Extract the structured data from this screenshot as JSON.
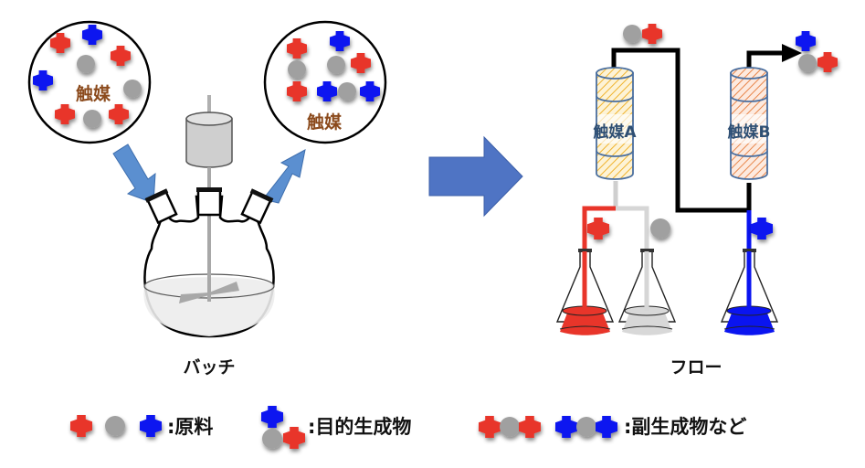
{
  "colors": {
    "red": "#e8352a",
    "gray": "#a0a0a0",
    "blue": "#0a14f0",
    "arrow_blue": "#5b8fd0",
    "big_arrow": "#4f74c4",
    "catalyst_text": "#8b4a1c",
    "column_text": "#2f4f73",
    "column_a_hatch": "#f0b430",
    "column_b_hatch": "#e8864a",
    "pipe": "#000000"
  },
  "batch": {
    "label": "バッチ",
    "input_circle_label": "触媒",
    "output_circle_label": "触媒"
  },
  "flow": {
    "label": "フロー",
    "column_a_label": "触媒A",
    "column_b_label": "触媒B"
  },
  "legend": {
    "raw_materials_label": ":原料",
    "target_product_label": ":目的生成物",
    "byproducts_label": ":副生成物など"
  }
}
